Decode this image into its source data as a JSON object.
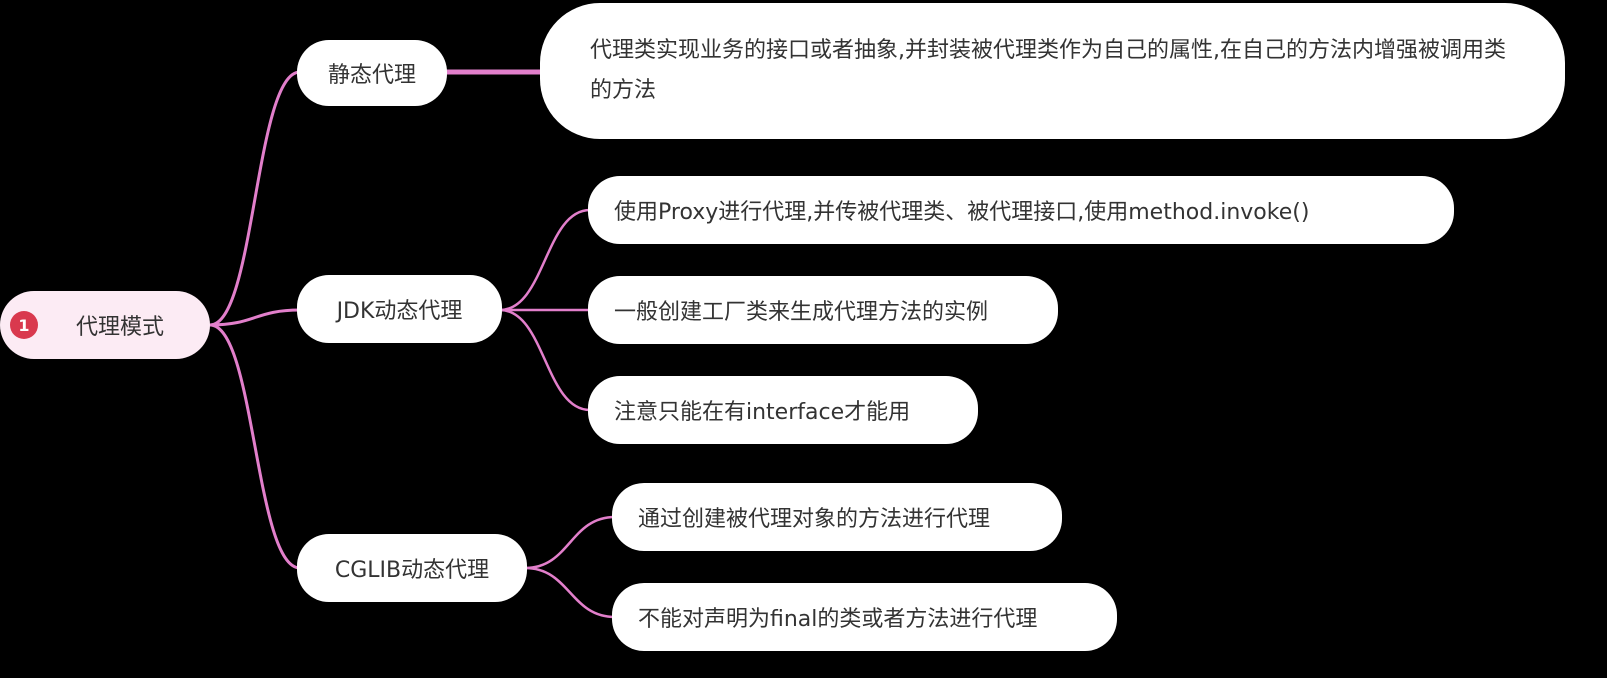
{
  "root": {
    "badge": "1",
    "label": "代理模式",
    "badge_color": "#d9394e",
    "background": "#fcebf4"
  },
  "connector_color": "#e27fcb",
  "branches": [
    {
      "label": "静态代理",
      "children": [
        "代理类实现业务的接口或者抽象,并封装被代理类作为自己的属性,在自己的方法内增强被调用类的方法"
      ]
    },
    {
      "label": "JDK动态代理",
      "children": [
        "使用Proxy进行代理,并传被代理类、被代理接口,使用method.invoke()",
        "一般创建工厂类来生成代理方法的实例",
        "注意只能在有interface才能用"
      ]
    },
    {
      "label": "CGLIB动态代理",
      "children": [
        "通过创建被代理对象的方法进行代理",
        "不能对声明为final的类或者方法进行代理"
      ]
    }
  ]
}
